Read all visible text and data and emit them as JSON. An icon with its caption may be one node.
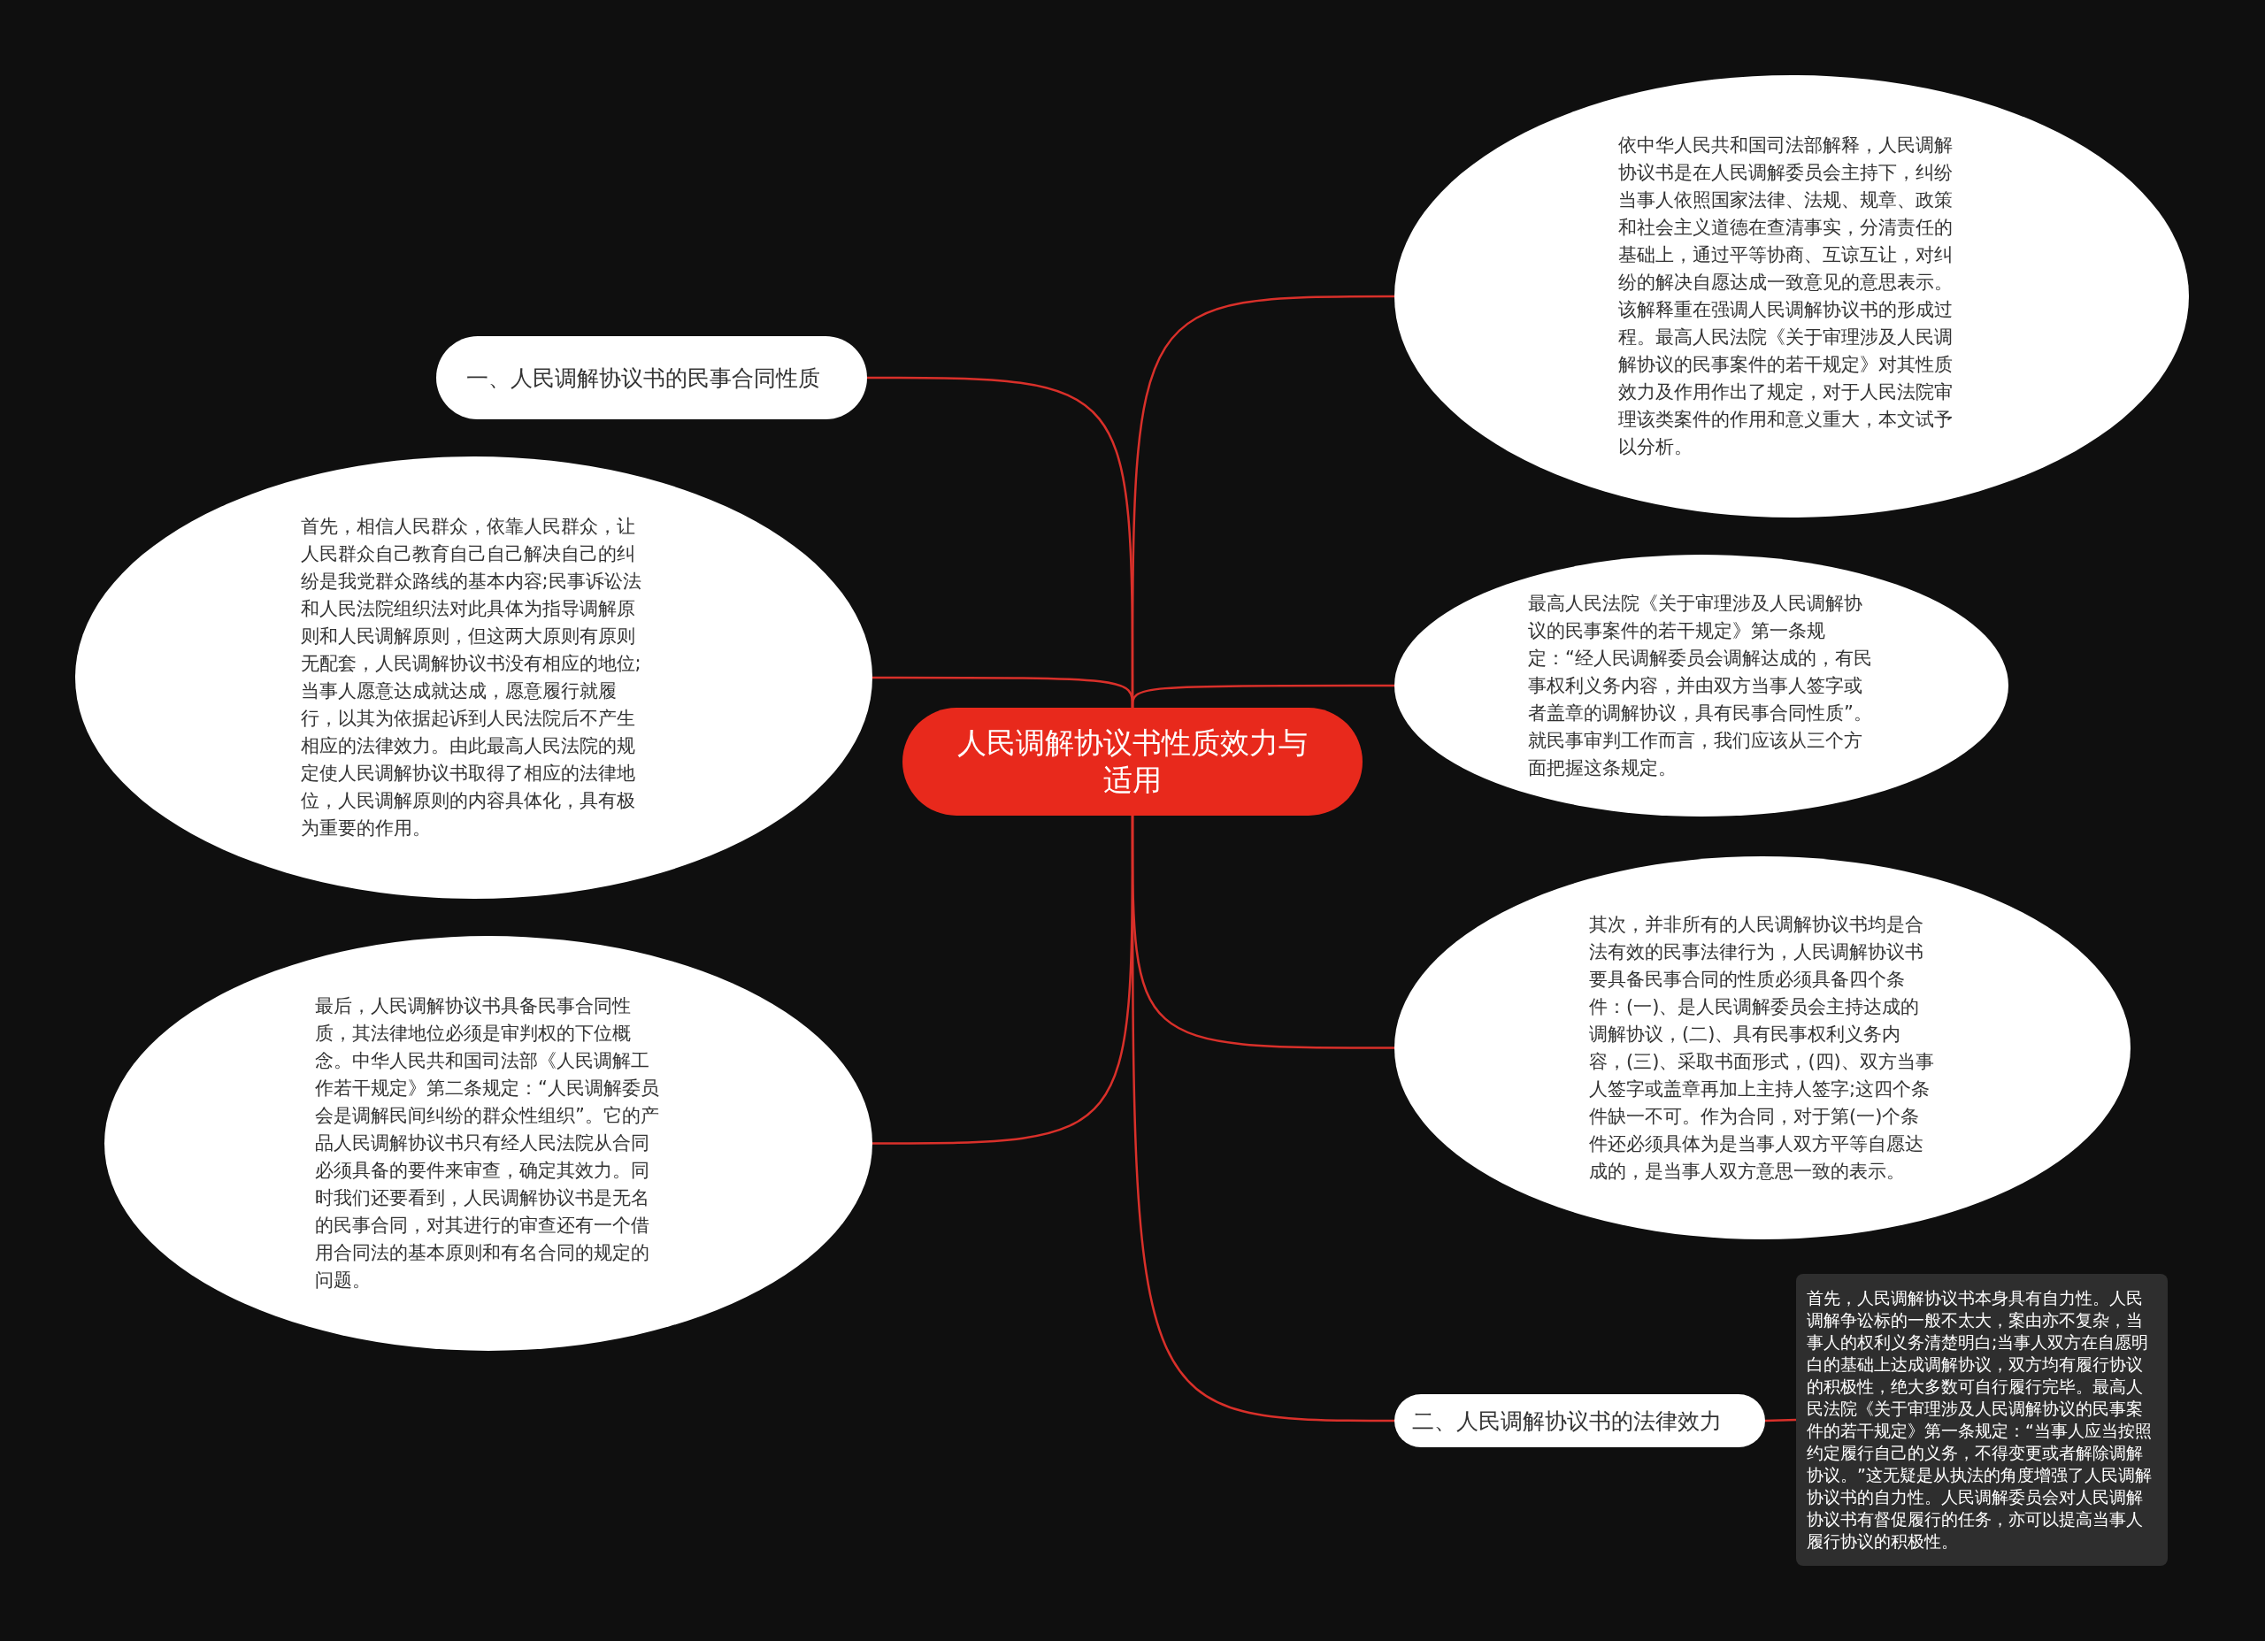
{
  "diagram": {
    "nodes": [
      {
        "text": [
          "人民调解协议书性质效力与适用"
        ]
      },
      {
        "text": [
          "一、人民调解协议书的民事合同性质"
        ]
      },
      {
        "text": [
          "首先，相信人民群众，依靠人民群众，让人民群众自己教育自己自己解决自己的纠纷是我党群众路线的基本内容;民事诉讼法和人民法院组织法对此具体为指导调解原则和人民调解原则，但这两大原则有原则无配套，人民调解协议书没有相应的地位;当事人愿意达成就达成，愿意履行就履行，以其为依据起诉到人民法院后不产生相应的法律效力。由此最高人民法院的规定使人民调解协议书取得了相应的法律地位，人民调解原则的内容具体化，具有极为重要的作用。"
        ]
      },
      {
        "text": [
          "最后，人民调解协议书具备民事合同性质，其法律地位必须是审判权的下位概念。中华人民共和国司法部《人民调解工作若干规定》第二条规定：“人民调解委员会是调解民间纠纷的群众性组织”。它的产品人民调解协议书只有经人民法院从合同必须具备的要件来审查，确定其效力。同时我们还要看到，人民调解协议书是无名的民事合同，对其进行的审查还有一个借用合同法的基本原则和有名合同的规定的问题。"
        ]
      },
      {
        "text": [
          "依中华人民共和国司法部解释，人民调解协议书是在人民调解委员会主持下，纠纷当事人依照国家法律、法规、规章、政策和社会主义道德在查清事实，分清责任的基础上，通过平等协商、互谅互让，对纠纷的解决自愿达成一致意见的意思表示。该解释重在强调人民调解协议书的形成过程。最高人民法院《关于审理涉及人民调解协议的民事案件的若干规定》对其性质效力及作用作出了规定，对于人民法院审理该类案件的作用和意义重大，本文试予以分析。"
        ]
      },
      {
        "text": [
          "最高人民法院《关于审理涉及人民调解协议的民事案件的若干规定》第一条规定：“经人民调解委员会调解达成的，有民事权利义务内容，并由双方当事人签字或者盖章的调解协议，具有民事合同性质”。就民事审判工作而言，我们应该从三个方面把握这条规定。"
        ]
      },
      {
        "text": [
          "其次，并非所有的人民调解协议书均是合法有效的民事法律行为，人民调解协议书要具备民事合同的性质必须具备四个条件：(一)、是人民调解委员会主持达成的调解协议，(二)、具有民事权利义务内容，(三)、采取书面形式，(四)、双方当事人签字或盖章再加上主持人签字;这四个条件缺一不可。作为合同，对于第(一)个条件还必须具体为是当事人双方平等自愿达成的，是当事人双方意思一致的表示。"
        ]
      },
      {
        "text": [
          "二、人民调解协议书的法律效力"
        ]
      },
      {
        "text": [
          "首先，人民调解协议书本身具有自力性。人民调解争讼标的一般不太大，案由亦不复杂，当事人的权利义务清楚明白;当事人双方在自愿明白的基础上达成调解协议，双方均有履行协议的积极性，绝大多数可自行履行完毕。最高人民法院《关于审理涉及人民调解协议的民事案件的若干规定》第一条规定：“当事人应当按照约定履行自己的义务，不得变更或者解除调解协议。”这无疑是从执法的角度增强了人民调解协议书的自力性。人民调解委员会对人民调解协议书有督促履行的任务，亦可以提高当事人履行协议的积极性。"
        ]
      }
    ],
    "edges": [
      {
        "from": 0,
        "to": 1,
        "arrow": "none"
      },
      {
        "from": 0,
        "to": 2,
        "arrow": "none"
      },
      {
        "from": 0,
        "to": 3,
        "arrow": "none"
      },
      {
        "from": 0,
        "to": 4,
        "arrow": "none"
      },
      {
        "from": 0,
        "to": 5,
        "arrow": "none"
      },
      {
        "from": 0,
        "to": 6,
        "arrow": "none"
      },
      {
        "from": 0,
        "to": 7,
        "arrow": "none"
      },
      {
        "from": 7,
        "to": 8,
        "arrow": "none"
      }
    ]
  }
}
